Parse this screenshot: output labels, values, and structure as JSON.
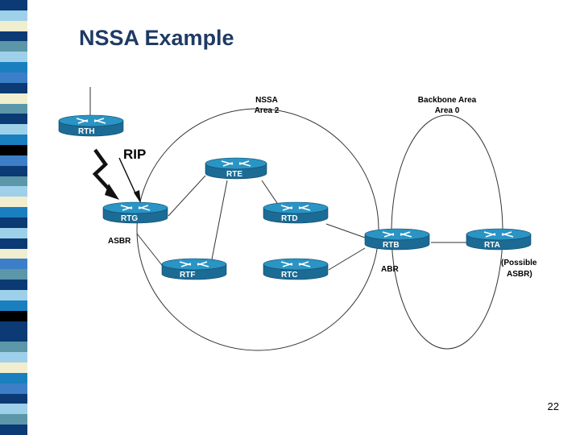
{
  "slide": {
    "title": "NSSA Example",
    "page_number": "22"
  },
  "colors": {
    "title": "#1f3a64",
    "router_top": "#2a94c4",
    "router_side": "#1b6b95",
    "stripe": [
      "#0b3a74",
      "#9fd0ea",
      "#f0eecf",
      "#000000",
      "#1a7fbf",
      "#3c7fc8",
      "#5b97a8"
    ]
  },
  "areas": {
    "nssa": "NSSA",
    "nssa_sub": "Area 2",
    "backbone": "Backbone Area",
    "backbone_sub": "Area 0"
  },
  "protocol_label": "RIP",
  "routers": {
    "rth": "RTH",
    "rte": "RTE",
    "rtg": "RTG",
    "rtd": "RTD",
    "rtb": "RTB",
    "rta": "RTA",
    "rtf": "RTF",
    "rtc": "RTC"
  },
  "roles": {
    "rtg": "ASBR",
    "rtb": "ABR",
    "rta_line1": "(Possible",
    "rta_line2": "ASBR)"
  }
}
